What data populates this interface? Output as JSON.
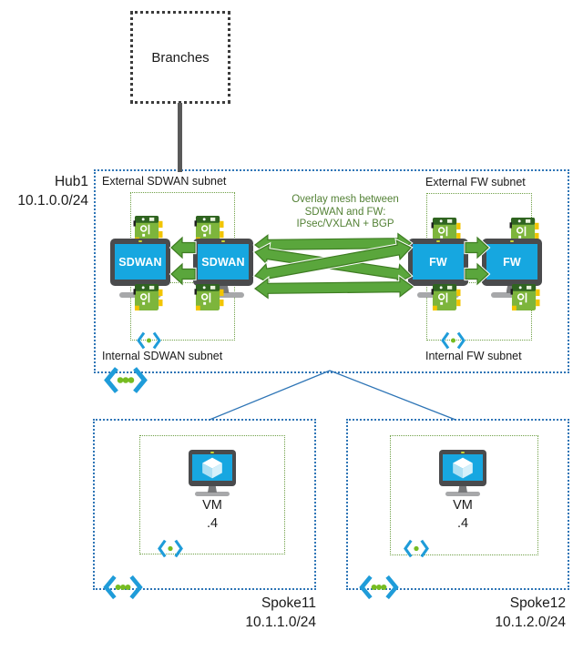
{
  "branches": {
    "label": "Branches"
  },
  "hub": {
    "name": "Hub1",
    "cidr": "10.1.0.0/24",
    "subnets": {
      "external_sdwan": "External SDWAN subnet",
      "internal_sdwan": "Internal SDWAN subnet",
      "external_fw": "External FW subnet",
      "internal_fw": "Internal FW subnet"
    },
    "overlay_note": [
      "Overlay mesh between",
      "SDWAN and FW:",
      "IPsec/VXLAN + BGP"
    ],
    "devices": {
      "sdwan1": "SDWAN",
      "sdwan2": "SDWAN",
      "fw1": "FW",
      "fw2": "FW"
    }
  },
  "spokes": [
    {
      "name": "Spoke11",
      "cidr": "10.1.1.0/24",
      "vm": {
        "label": "VM",
        "ip": ".4"
      }
    },
    {
      "name": "Spoke12",
      "cidr": "10.1.2.0/24",
      "vm": {
        "label": "VM",
        "ip": ".4"
      }
    }
  ],
  "icons": {
    "vnet_icon": "blue angle brackets with three green dots",
    "subnet_icon": "blue angle brackets with one green dot",
    "nic_icon": "green network interface card with yellow connectors",
    "vm_icon": "monitor with 3D cube",
    "device_icon": "monitor with label"
  },
  "colors": {
    "hub_border": "#2e75b6",
    "subnet_border": "#6fa046",
    "arrow_green": "#5aa63c",
    "arrow_outline": "#3e7c22",
    "overlay_text": "#538135",
    "screen_cyan": "#16a7e0",
    "nic_green": "#7db53c",
    "nic_yellow": "#f2c500",
    "bracket_blue": "#1f9cd9",
    "dot_green": "#76bc21",
    "connector_gray": "#595959"
  }
}
